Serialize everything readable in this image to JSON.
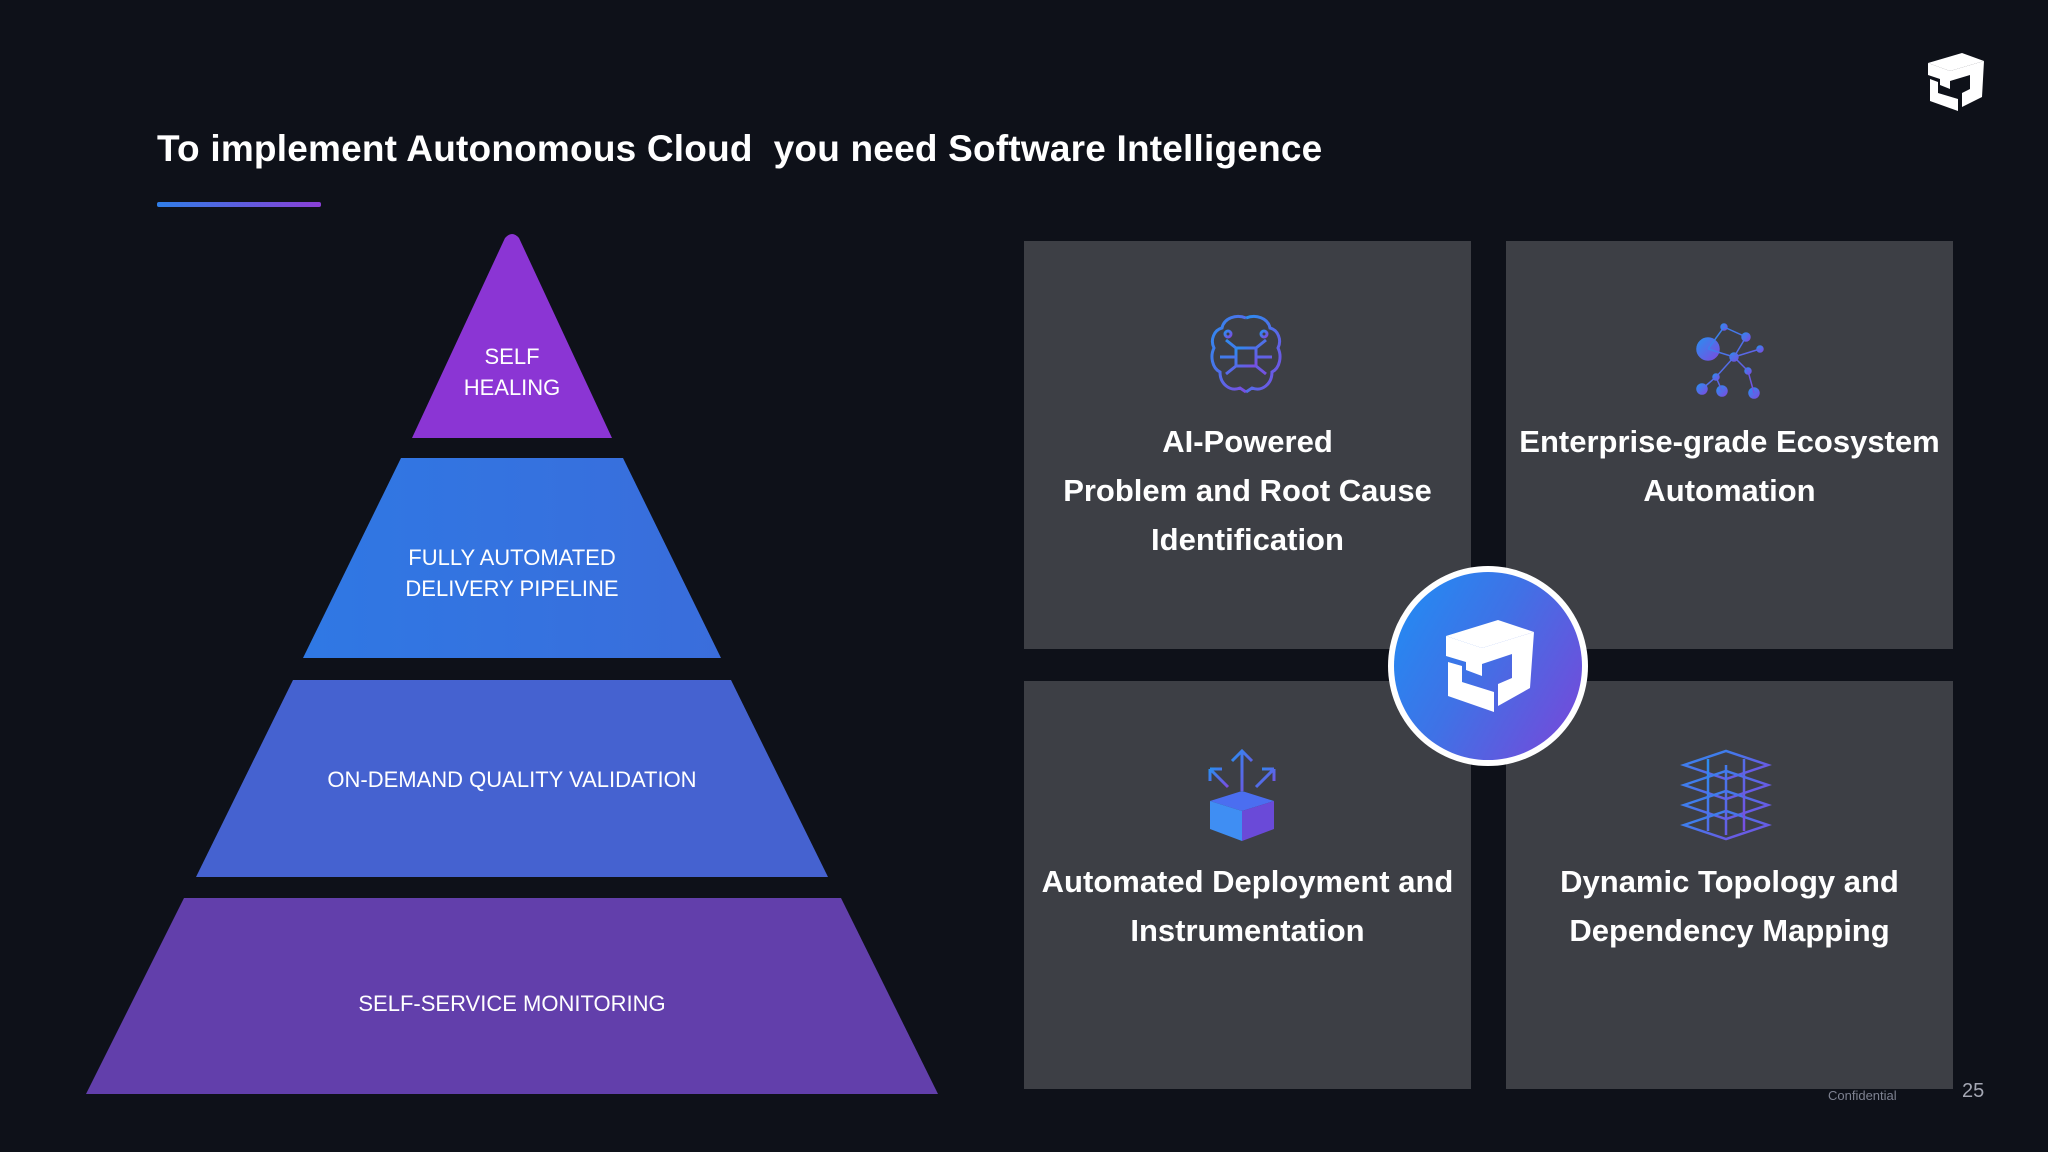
{
  "slide": {
    "title": "To implement Autonomous Cloud  you need Software Intelligence",
    "confidential": "Confidential",
    "page_number": "25"
  },
  "pyramid": {
    "levels": [
      {
        "line1": "SELF",
        "line2": "HEALING",
        "color": "#8b35d4"
      },
      {
        "line1": "FULLY AUTOMATED",
        "line2": "DELIVERY PIPELINE",
        "color": "#2f76e2"
      },
      {
        "line1": "ON-DEMAND QUALITY VALIDATION",
        "line2": "",
        "color": "#4562d0"
      },
      {
        "line1": "SELF-SERVICE MONITORING",
        "line2": "",
        "color": "#623fab"
      }
    ]
  },
  "cards": [
    {
      "lines": [
        "AI-Powered",
        "Problem and Root Cause",
        "Identification"
      ],
      "icon": "brain-circuit-icon"
    },
    {
      "lines": [
        "Enterprise-grade Ecosystem",
        "Automation"
      ],
      "icon": "network-ecosystem-icon"
    },
    {
      "lines": [
        "Automated Deployment and",
        "Instrumentation"
      ],
      "icon": "deploy-box-icon"
    },
    {
      "lines": [
        "Dynamic Topology and",
        "Dependency Mapping"
      ],
      "icon": "topology-layers-icon"
    }
  ],
  "colors": {
    "background": "#0e1119",
    "card": "#3d3f45",
    "accent_blue": "#1f8ef5",
    "accent_purple": "#8a3fd6"
  }
}
